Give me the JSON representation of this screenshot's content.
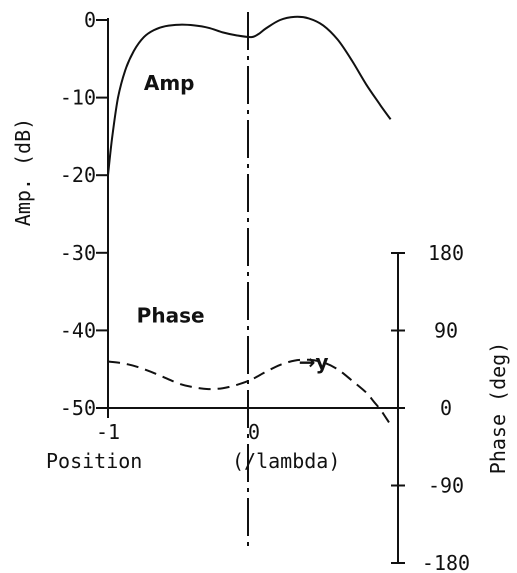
{
  "chart_data": {
    "type": "line",
    "title": "",
    "xlabel": "Position",
    "xlabel_unit": "(/lambda)",
    "ylabel_left": "Amp. (dB)",
    "ylabel_right": "Phase (deg)",
    "xlim": [
      -1,
      0.98
    ],
    "ylim_left": [
      -50,
      0
    ],
    "ylim_right": [
      -180,
      180
    ],
    "x_ticks": [
      {
        "value": -1,
        "label": "-1"
      },
      {
        "value": 0,
        "label": "0"
      }
    ],
    "y_ticks_left": [
      {
        "value": 0,
        "label": "0"
      },
      {
        "value": -10,
        "label": "-10"
      },
      {
        "value": -20,
        "label": "-20"
      },
      {
        "value": -30,
        "label": "-30"
      },
      {
        "value": -40,
        "label": "-40"
      },
      {
        "value": -50,
        "label": "-50"
      }
    ],
    "y_ticks_right": [
      {
        "value": 180,
        "label": "180"
      },
      {
        "value": 90,
        "label": "90"
      },
      {
        "value": 0,
        "label": "0"
      },
      {
        "value": -90,
        "label": "-90"
      },
      {
        "value": -180,
        "label": "-180"
      }
    ],
    "series": [
      {
        "name": "Amp",
        "axis": "left",
        "style": "solid",
        "x": [
          -1.0,
          -0.97,
          -0.93,
          -0.88,
          -0.82,
          -0.75,
          -0.68,
          -0.6,
          -0.5,
          -0.4,
          -0.3,
          -0.2,
          -0.1,
          0.0,
          0.05,
          0.1,
          0.2,
          0.3,
          0.4,
          0.5,
          0.6,
          0.7,
          0.8,
          0.9,
          0.97
        ],
        "values": [
          -20.0,
          -15.0,
          -10.0,
          -6.5,
          -4.0,
          -2.2,
          -1.3,
          -0.8,
          -0.6,
          -0.7,
          -1.0,
          -1.6,
          -2.0,
          -2.2,
          -1.8,
          -1.1,
          0.0,
          0.4,
          0.2,
          -0.7,
          -2.5,
          -5.2,
          -8.3,
          -11.0,
          -12.8
        ]
      },
      {
        "name": "Phase",
        "axis": "right",
        "style": "dashed",
        "x": [
          -1.0,
          -0.9,
          -0.8,
          -0.7,
          -0.6,
          -0.5,
          -0.4,
          -0.3,
          -0.2,
          -0.1,
          0.0,
          0.1,
          0.2,
          0.3,
          0.4,
          0.5,
          0.6,
          0.7,
          0.8,
          0.85,
          0.9,
          0.94,
          0.98
        ],
        "values": [
          54,
          52,
          48,
          42,
          35,
          28,
          24,
          22,
          23,
          27,
          33,
          42,
          50,
          55,
          56,
          53,
          45,
          32,
          18,
          8,
          -2,
          -12,
          -22
        ]
      }
    ],
    "annotations": [
      {
        "text": "Amp",
        "x": -0.75,
        "y_left": -9
      },
      {
        "text": "Phase",
        "x": -0.8,
        "y_left": -39
      },
      {
        "text": "→y",
        "x": 0.33,
        "y_left": -45
      }
    ]
  }
}
